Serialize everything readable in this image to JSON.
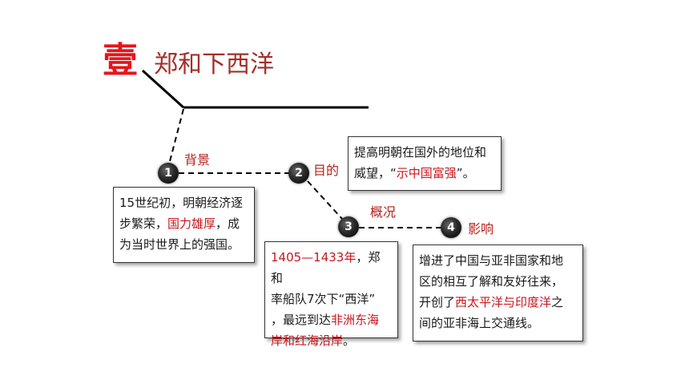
{
  "header": {
    "number_char": "壹",
    "title": "郑和下西洋"
  },
  "nodes": [
    {
      "num": "1",
      "label": "背景"
    },
    {
      "num": "2",
      "label": "目的"
    },
    {
      "num": "3",
      "label": "概况"
    },
    {
      "num": "4",
      "label": "影响"
    }
  ],
  "boxes": {
    "background": {
      "line1": "15世纪初，明朝经济逐",
      "line2_pre": "步繁荣，",
      "line2_hl": "国力雄厚",
      "line2_post": "，成",
      "line3": "为当时世界上的强国。"
    },
    "purpose": {
      "line1": "提高明朝在国外的地位和",
      "line2_pre": "威望，“",
      "line2_hl": "示中国富强",
      "line2_post": "”。"
    },
    "overview": {
      "line1_hl": "1405—1433年",
      "line1_post": "，郑和",
      "line2": "率船队7次下“西洋”",
      "line3_pre": "，最远到达",
      "line3_hl": "非洲东海",
      "line4_hl": "岸和红海沿岸",
      "line4_post": "。"
    },
    "impact": {
      "line1": "增进了中国与亚非国家和地",
      "line2": "区的相互了解和友好往来，",
      "line3_pre": "开创了",
      "line3_hl": "西太平洋与印度洋",
      "line3_post": "之",
      "line4": "间的亚非海上交通线。"
    }
  },
  "colors": {
    "accent_red": "#e8141b",
    "title_brown": "#a3302a",
    "highlight_red": "#c8151c"
  }
}
